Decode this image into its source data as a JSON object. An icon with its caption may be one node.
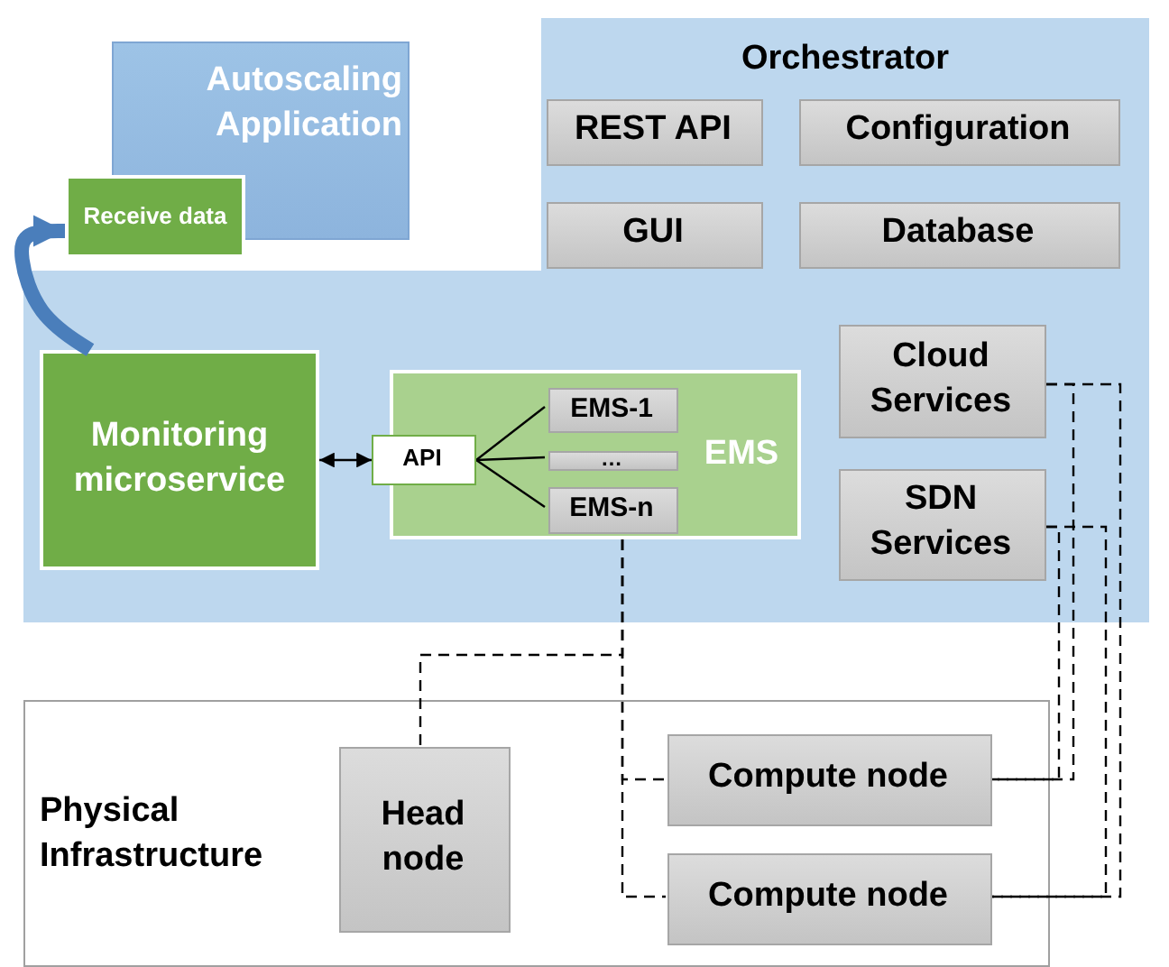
{
  "diagram": {
    "nodes": [
      {
        "text": [
          "Orchestrator"
        ]
      },
      {
        "text": [
          "REST API"
        ],
        "in": 0
      },
      {
        "text": [
          "Configuration"
        ],
        "in": 0
      },
      {
        "text": [
          "GUI"
        ],
        "in": 0
      },
      {
        "text": [
          "Database"
        ],
        "in": 0
      },
      {
        "text": [
          "Cloud Services"
        ],
        "in": 0
      },
      {
        "text": [
          "SDN Services"
        ],
        "in": 0
      },
      {
        "text": [
          "Monitoring microservice"
        ],
        "in": 0
      },
      {
        "text": [
          "EMS"
        ],
        "in": 0
      },
      {
        "text": [
          "API"
        ],
        "in": 0
      },
      {
        "text": [
          "EMS-1"
        ],
        "in": 8
      },
      {
        "text": [
          "…"
        ],
        "in": 8
      },
      {
        "text": [
          "EMS-n"
        ],
        "in": 8
      },
      {
        "text": [
          "Autoscaling Application"
        ]
      },
      {
        "text": [
          "Receive data"
        ]
      },
      {
        "text": [
          "Physical Infrastructure"
        ]
      },
      {
        "text": [
          "Head node"
        ],
        "in": 15
      },
      {
        "text": [
          "Compute node"
        ],
        "in": 15
      },
      {
        "text": [
          "Compute node"
        ],
        "in": 15
      }
    ],
    "edges": [
      {
        "from": 7,
        "to": 14,
        "arrow": "to",
        "style": "thick",
        "color": "#4a7ebb"
      },
      {
        "from": 7,
        "to": 9,
        "arrow": "both"
      },
      {
        "from": 9,
        "to": 10,
        "arrow": "none"
      },
      {
        "from": 9,
        "to": 11,
        "arrow": "none"
      },
      {
        "from": 9,
        "to": 12,
        "arrow": "none"
      },
      {
        "from": 8,
        "to": 16,
        "arrow": "none",
        "style": "dashed"
      },
      {
        "from": 8,
        "to": 17,
        "arrow": "none",
        "style": "dashed"
      },
      {
        "from": 8,
        "to": 18,
        "arrow": "none",
        "style": "dashed"
      },
      {
        "from": 5,
        "to": 17,
        "arrow": "none",
        "style": "dashed"
      },
      {
        "from": 5,
        "to": 18,
        "arrow": "none",
        "style": "dashed"
      },
      {
        "from": 6,
        "to": 17,
        "arrow": "none",
        "style": "dashed"
      },
      {
        "from": 6,
        "to": 18,
        "arrow": "none",
        "style": "dashed"
      }
    ]
  }
}
